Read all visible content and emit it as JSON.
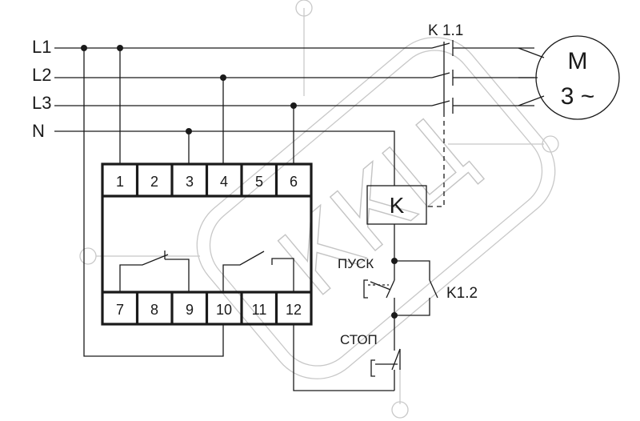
{
  "lines": {
    "l1": "L1",
    "l2": "L2",
    "l3": "L3",
    "n": "N"
  },
  "contactor": {
    "main_contacts_label": "K 1.1",
    "coil_label": "K",
    "aux_contact_label": "K1.2"
  },
  "motor": {
    "line1": "M",
    "line2": "3 ~"
  },
  "buttons": {
    "start": "ПУСК",
    "stop": "СТОП"
  },
  "relay": {
    "top_terminals": [
      "1",
      "2",
      "3",
      "4",
      "5",
      "6"
    ],
    "bottom_terminals": [
      "7",
      "8",
      "9",
      "10",
      "11",
      "12"
    ]
  },
  "watermark": {
    "text": "ККЦ"
  },
  "colors": {
    "ink": "#1a1a1a",
    "watermark": "#c8c8c8",
    "background": "#ffffff"
  }
}
